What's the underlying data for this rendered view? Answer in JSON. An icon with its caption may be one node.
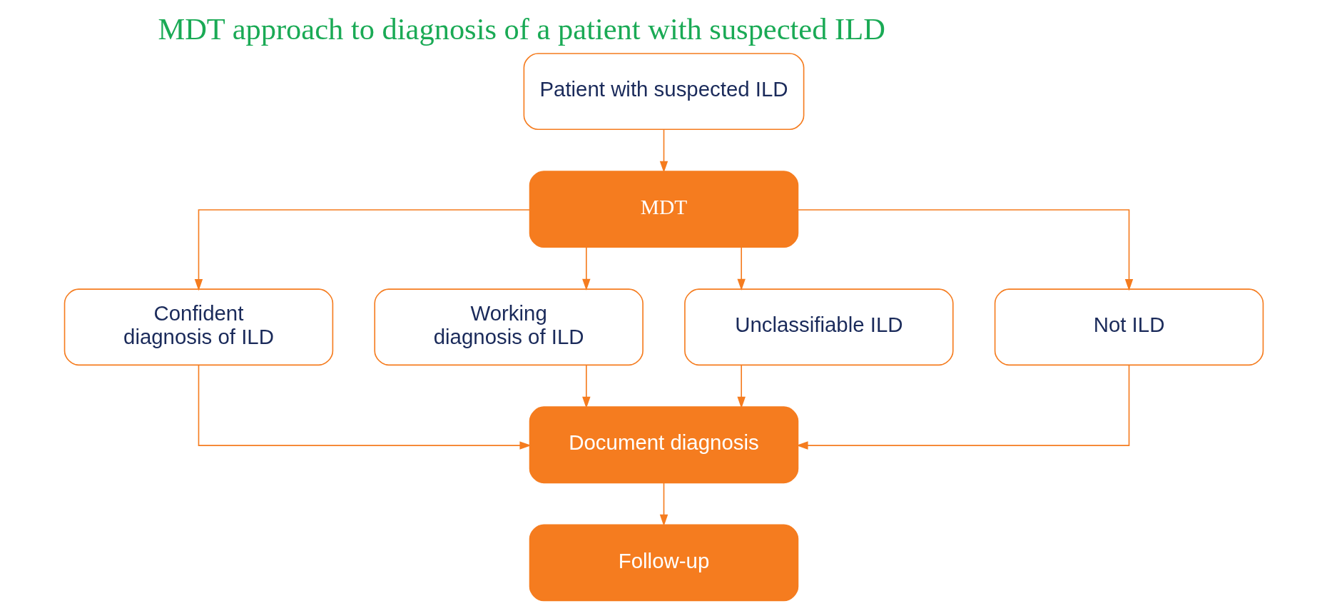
{
  "diagram": {
    "title": "MDT approach to diagnosis of a patient with suspected ILD",
    "nodes": [
      {
        "text": [
          "Patient with suspected ILD"
        ]
      },
      {
        "text": [
          "MDT"
        ]
      },
      {
        "text": [
          "Confident diagnosis of ILD"
        ]
      },
      {
        "text": [
          "Working diagnosis of ILD"
        ]
      },
      {
        "text": [
          "Unclassifiable ILD"
        ]
      },
      {
        "text": [
          "Not ILD"
        ]
      },
      {
        "text": [
          "Document diagnosis"
        ]
      },
      {
        "text": [
          "Follow-up"
        ]
      }
    ],
    "edges": [
      {
        "from": 0,
        "to": 1,
        "arrow": "to"
      },
      {
        "from": 1,
        "to": 2,
        "arrow": "to"
      },
      {
        "from": 1,
        "to": 3,
        "arrow": "to"
      },
      {
        "from": 1,
        "to": 4,
        "arrow": "to"
      },
      {
        "from": 1,
        "to": 5,
        "arrow": "to"
      },
      {
        "from": 2,
        "to": 6,
        "arrow": "to"
      },
      {
        "from": 3,
        "to": 6,
        "arrow": "to"
      },
      {
        "from": 4,
        "to": 6,
        "arrow": "to"
      },
      {
        "from": 5,
        "to": 6,
        "arrow": "to"
      },
      {
        "from": 6,
        "to": 7,
        "arrow": "to"
      }
    ]
  }
}
